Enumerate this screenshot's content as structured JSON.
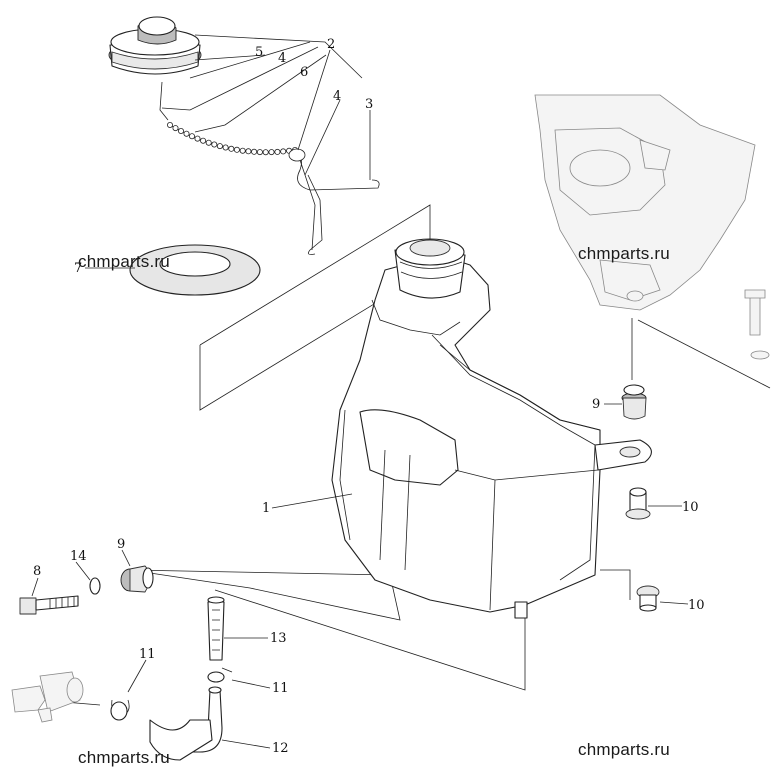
{
  "watermarks": [
    "chmparts.ru",
    "chmparts.ru",
    "chmparts.ru"
  ],
  "callouts": [
    {
      "id": "c1",
      "text": "1"
    },
    {
      "id": "c2",
      "text": "2"
    },
    {
      "id": "c3",
      "text": "3"
    },
    {
      "id": "c4a",
      "text": "4"
    },
    {
      "id": "c4b",
      "text": "4"
    },
    {
      "id": "c5",
      "text": "5"
    },
    {
      "id": "c6",
      "text": "6"
    },
    {
      "id": "c7",
      "text": "7"
    },
    {
      "id": "c8",
      "text": "8"
    },
    {
      "id": "c9a",
      "text": "9"
    },
    {
      "id": "c9b",
      "text": "9"
    },
    {
      "id": "c10a",
      "text": "10"
    },
    {
      "id": "c10b",
      "text": "10"
    },
    {
      "id": "c11a",
      "text": "11"
    },
    {
      "id": "c11b",
      "text": "11"
    },
    {
      "id": "c12",
      "text": "12"
    },
    {
      "id": "c13",
      "text": "13"
    },
    {
      "id": "c14",
      "text": "14"
    }
  ]
}
